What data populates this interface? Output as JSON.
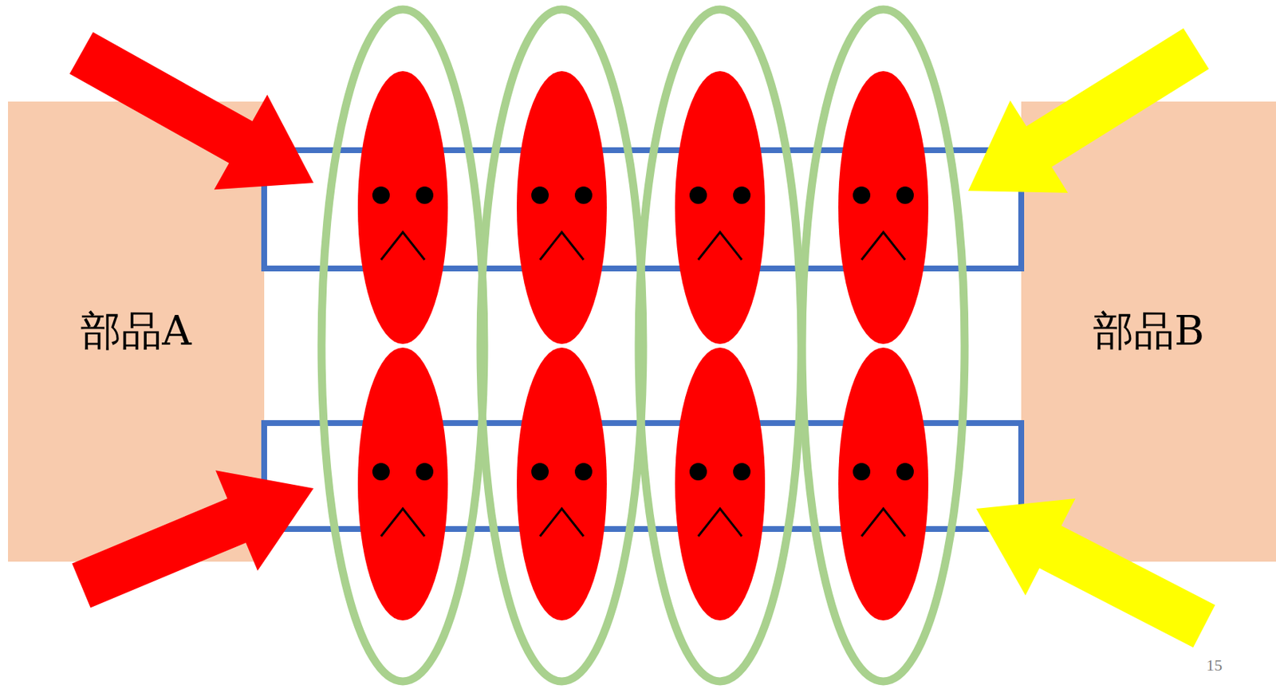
{
  "diagram": {
    "nodes": [
      {
        "text": [
          "部品A"
        ]
      },
      {
        "text": [
          "部品B"
        ]
      }
    ],
    "labels": [
      "15"
    ]
  }
}
